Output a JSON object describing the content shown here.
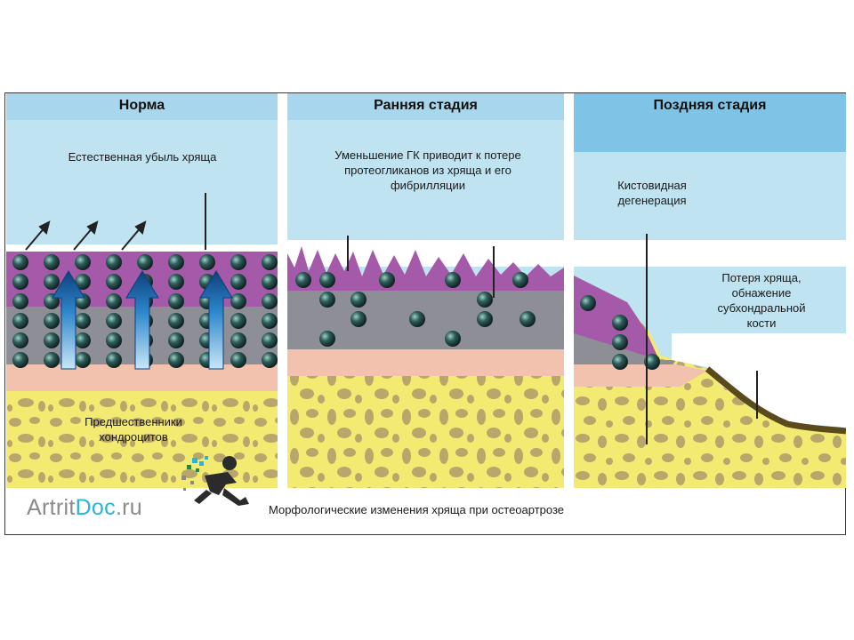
{
  "panels": [
    {
      "title": "Норма",
      "labels": [
        "Естественная убыль хряща",
        "Предшественники хондроцитов"
      ]
    },
    {
      "title": "Ранняя стадия",
      "labels": [
        "Уменьшение ГК приводит к потере протеогликанов из хряща и его фибрилляции"
      ]
    },
    {
      "title": "Поздняя стадия",
      "labels": [
        "Кистовидная дегенерация",
        "Потеря хряща, обнажение субхондральной кости"
      ]
    }
  ],
  "caption": "Морфологические изменения хряща при остеоартрозе",
  "logo": {
    "part1": "Artrit",
    "part2": "Doc",
    "part3": ".ru"
  },
  "colors": {
    "sky": "#bfe3f0",
    "header_dark": "#7fc4e6",
    "purple": "#a45aa8",
    "gray": "#8e8e96",
    "pink": "#f2c2ae",
    "yellow": "#f3ea72",
    "bone": "#b9a66a",
    "cell": "#2f5d5a",
    "arrow_blue": "#1d6fb8",
    "subchondral": "#5b4a1c"
  }
}
